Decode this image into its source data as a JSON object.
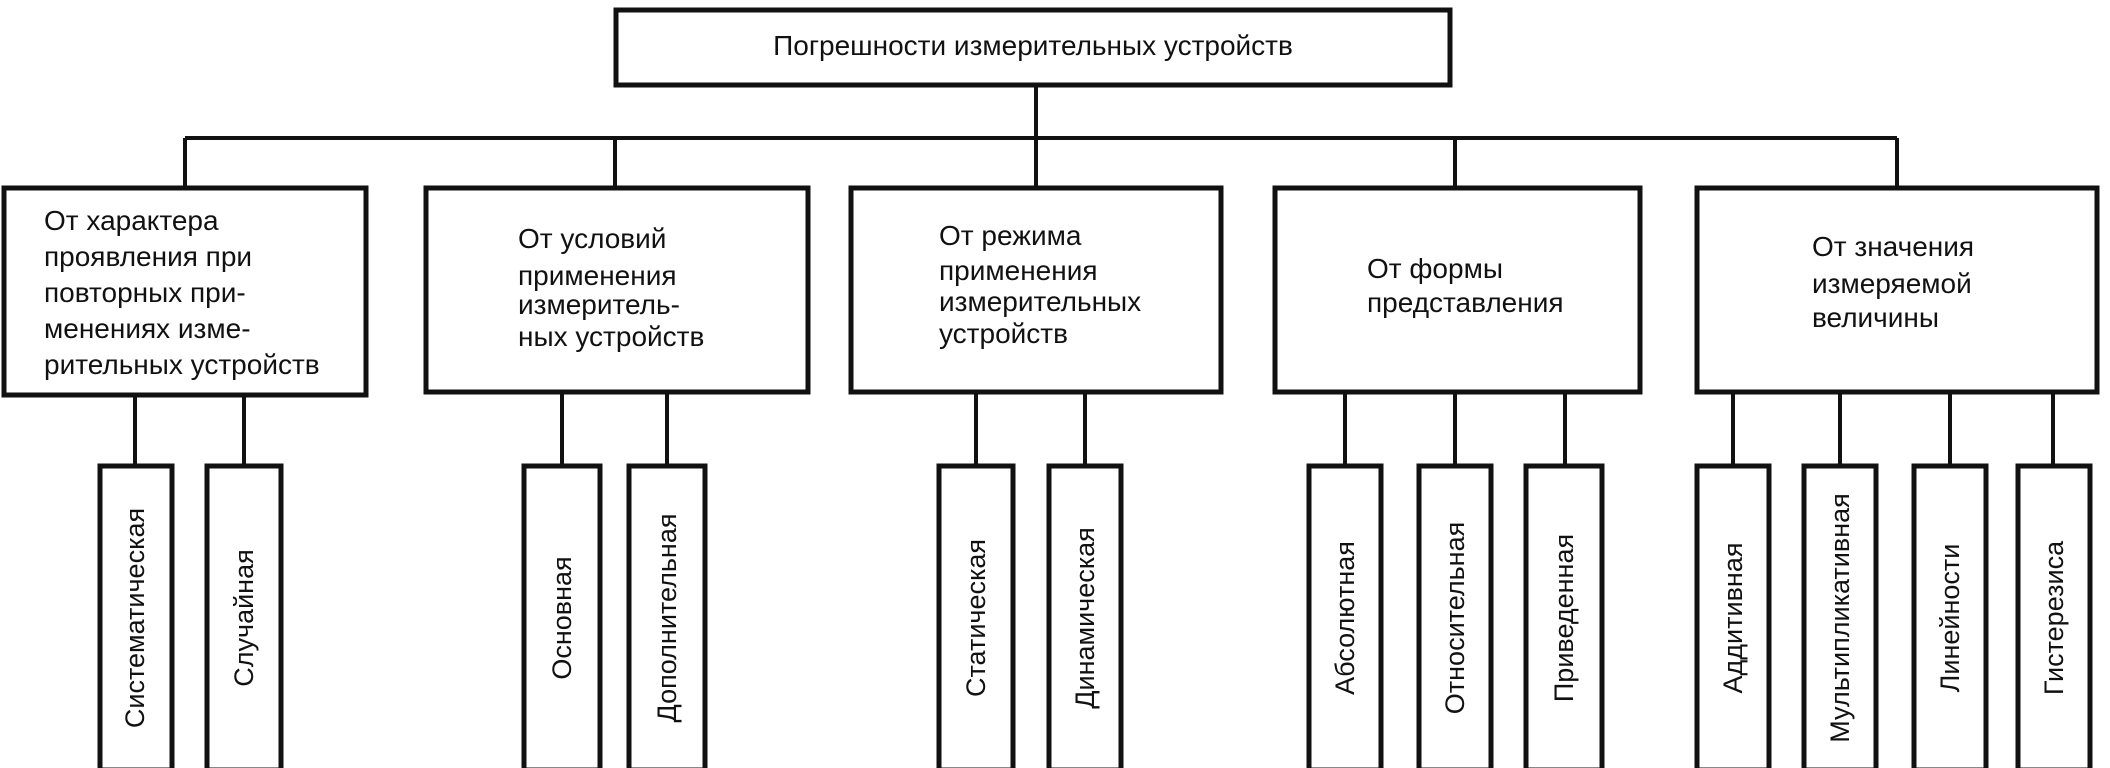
{
  "root": {
    "label": "Погрешности измерительных устройств"
  },
  "categories": [
    {
      "lines": [
        "От характера",
        "проявления при",
        "повторных при-",
        "менениях изме-",
        "рительных устройств"
      ],
      "leaves": [
        "Систематическая",
        "Случайная"
      ]
    },
    {
      "lines": [
        "От условий",
        "применения",
        "измеритель-",
        "ных устройств"
      ],
      "leaves": [
        "Основная",
        "Дополнительная"
      ]
    },
    {
      "lines": [
        "От режима",
        "применения",
        "измерительных",
        "устройств"
      ],
      "leaves": [
        "Статическая",
        "Динамическая"
      ]
    },
    {
      "lines": [
        "От формы",
        "представления"
      ],
      "leaves": [
        "Абсолютная",
        "Относительная",
        "Приведенная"
      ]
    },
    {
      "lines": [
        "От значения",
        "измеряемой",
        "величины"
      ],
      "leaves": [
        "Аддитивная",
        "Мультипликативная",
        "Линейности",
        "Гистерезиса"
      ]
    }
  ]
}
